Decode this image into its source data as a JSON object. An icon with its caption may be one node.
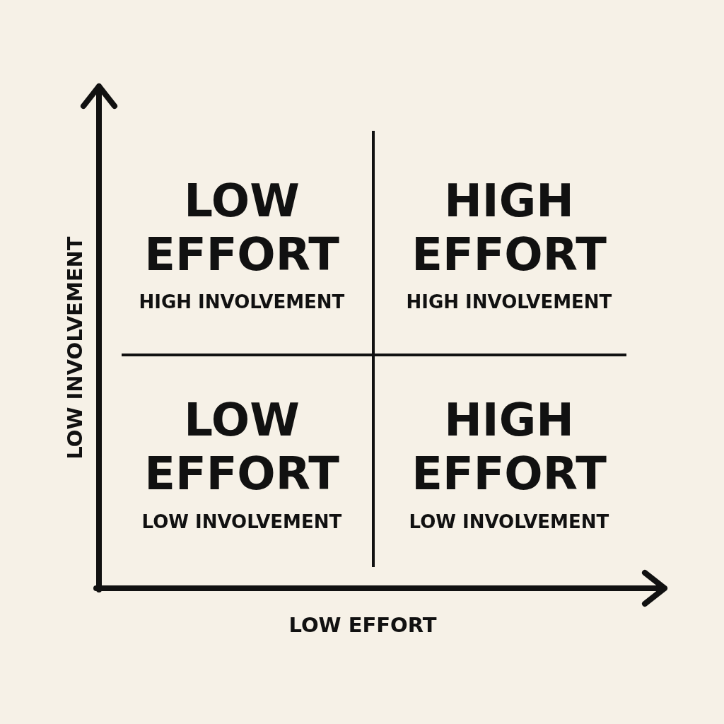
{
  "diagram": {
    "labels": [
      "LOW EFFORT",
      "HIGH INVOLVEMENT",
      "HIGH EFFORT",
      "HIGH INVOLVEMENT",
      "LOW EFFORT",
      "LOW INVOLVEMENT",
      "HIGH EFFORT",
      "LOW INVOLVEMENT",
      "LOW INVOLVEMENT",
      "LOW EFFORT"
    ]
  }
}
